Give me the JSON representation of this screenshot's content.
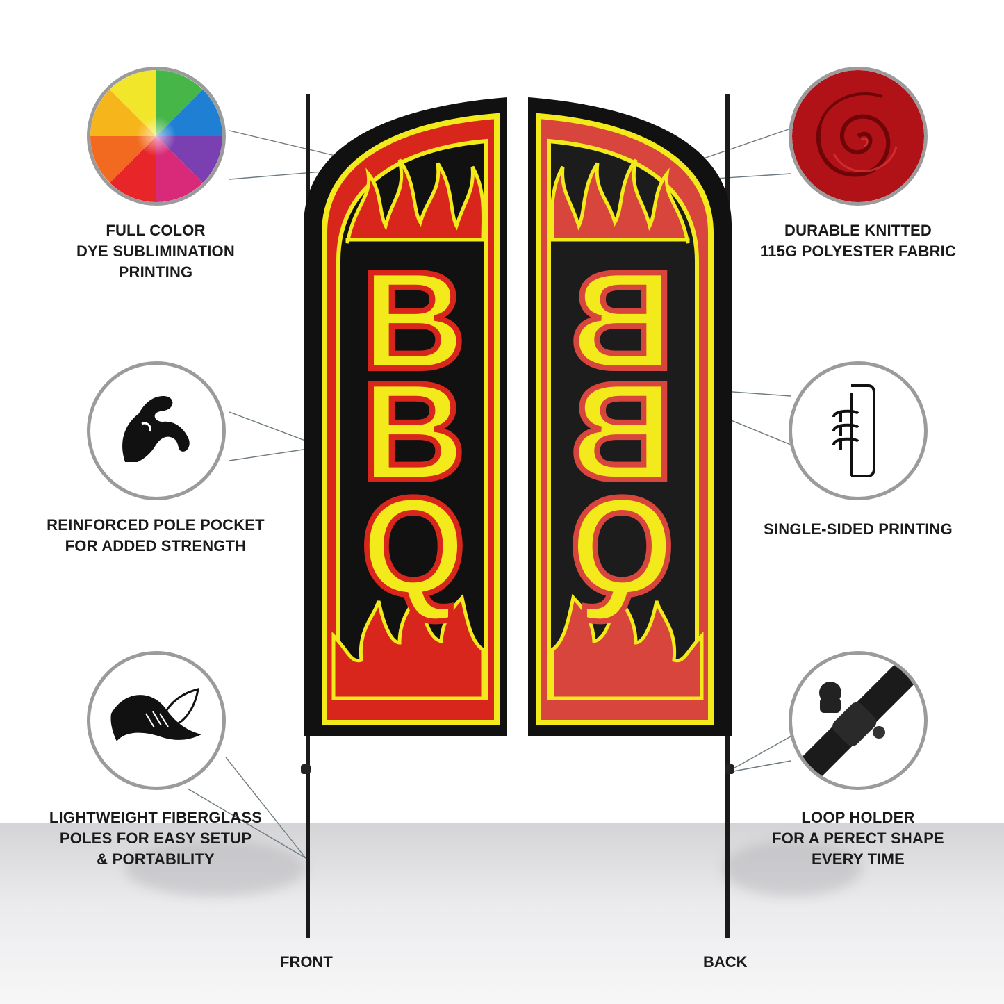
{
  "features": {
    "full_color": [
      "FULL COLOR",
      "DYE SUBLIMINATION",
      "PRINTING"
    ],
    "pole_pocket": [
      "REINFORCED POLE POCKET",
      "FOR ADDED STRENGTH"
    ],
    "fiberglass": [
      "LIGHTWEIGHT FIBERGLASS",
      "POLES FOR EASY SETUP",
      "& PORTABILITY"
    ],
    "fabric": [
      "DURABLE KNITTED",
      "115G POLYESTER FABRIC"
    ],
    "single_sided": [
      "SINGLE-SIDED PRINTING"
    ],
    "loop_holder": [
      "LOOP HOLDER",
      "FOR A PERECT SHAPE",
      "EVERY TIME"
    ]
  },
  "flag": {
    "text": "BBQ",
    "front_label": "FRONT",
    "back_label": "BACK"
  },
  "colors": {
    "flag_black": "#111111",
    "flag_red": "#d9261c",
    "flag_yellow": "#f2ea1a",
    "circle_border": "#9b9b9b",
    "text": "#1a1a1a"
  },
  "icons": [
    "color-wheel-icon",
    "muscle-arm-icon",
    "feather-icon",
    "fabric-swirl-icon",
    "single-side-print-icon",
    "loop-holder-icon"
  ]
}
